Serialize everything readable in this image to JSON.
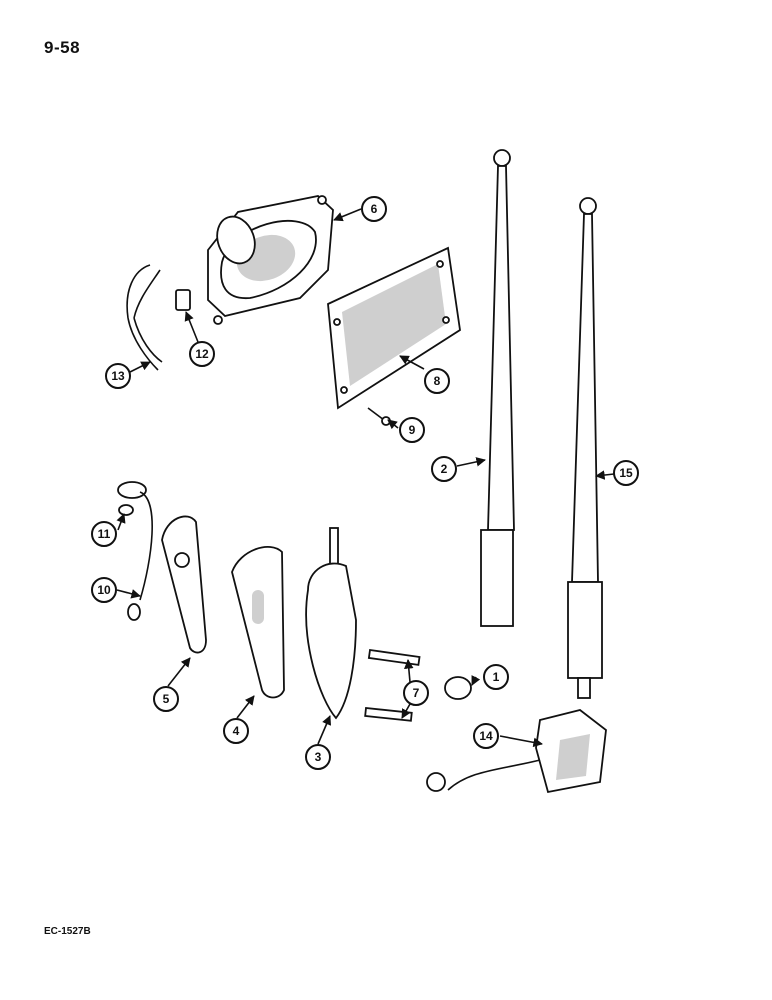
{
  "page": {
    "page_number": "9-58",
    "figure_code": "EC-1527B"
  },
  "callouts": [
    {
      "label": "1"
    },
    {
      "label": "2"
    },
    {
      "label": "3"
    },
    {
      "label": "4"
    },
    {
      "label": "5"
    },
    {
      "label": "6"
    },
    {
      "label": "7"
    },
    {
      "label": "8"
    },
    {
      "label": "9"
    },
    {
      "label": "10"
    },
    {
      "label": "11"
    },
    {
      "label": "12"
    },
    {
      "label": "13"
    },
    {
      "label": "14"
    },
    {
      "label": "15"
    }
  ]
}
